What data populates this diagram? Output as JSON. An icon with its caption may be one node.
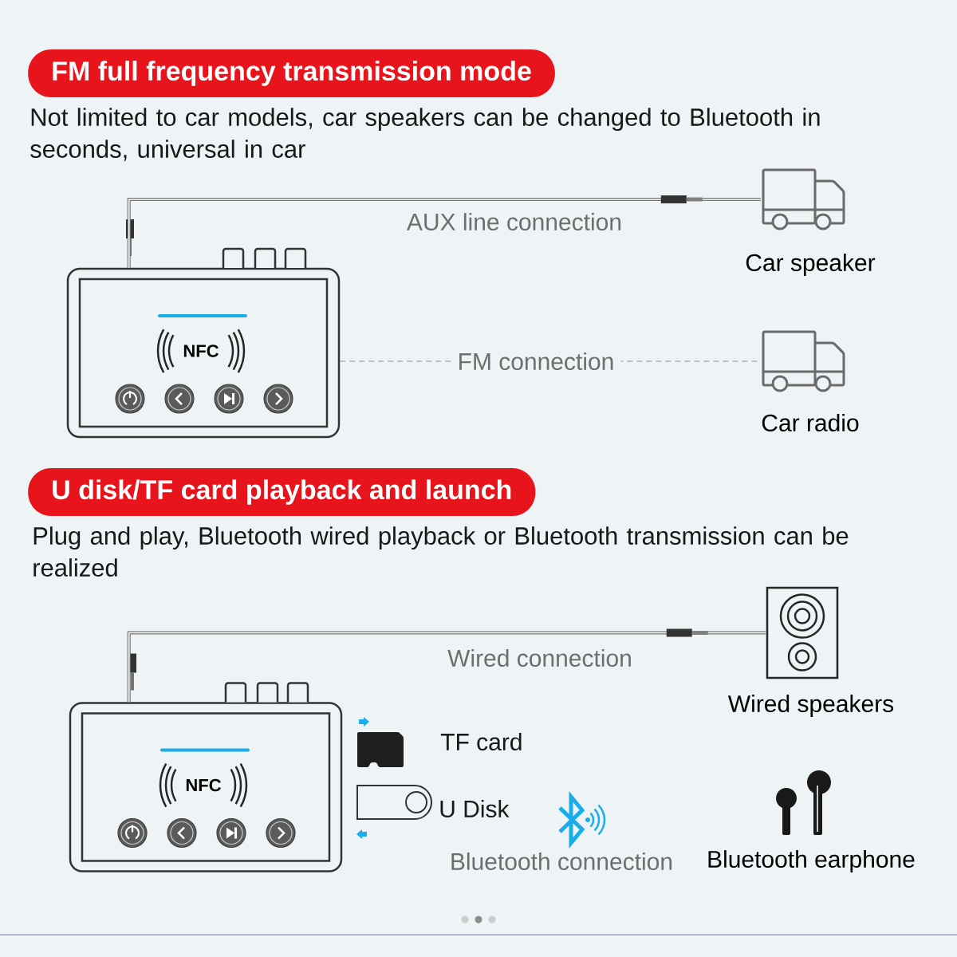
{
  "diagram": {
    "nodes": [
      {
        "text": [
          "FM full frequency transmission mode"
        ]
      },
      {
        "text": [
          "NFC"
        ]
      },
      {
        "text": [
          "Car speaker"
        ]
      },
      {
        "text": [
          "Car radio"
        ]
      },
      {
        "text": [
          "U disk/TF card playback and launch"
        ]
      },
      {
        "text": [
          "NFC"
        ]
      },
      {
        "text": [
          "Wired speakers"
        ]
      },
      {
        "text": [
          "Bluetooth earphone"
        ]
      }
    ],
    "edges": [
      {
        "from": 1,
        "to": 2,
        "arrow": "none",
        "label": "AUX line connection"
      },
      {
        "from": 1,
        "to": 3,
        "arrow": "none",
        "label": "FM connection",
        "style": "dashed"
      },
      {
        "from": 5,
        "to": 6,
        "arrow": "none",
        "label": "Wired connection"
      }
    ],
    "labels": [
      "Not limited to car models, car speakers can be changed to Bluetooth in seconds, universal in car",
      "Plug and play, Bluetooth wired playback or Bluetooth transmission can be realized",
      "TF card",
      "U Disk",
      "Bluetooth connection"
    ]
  }
}
